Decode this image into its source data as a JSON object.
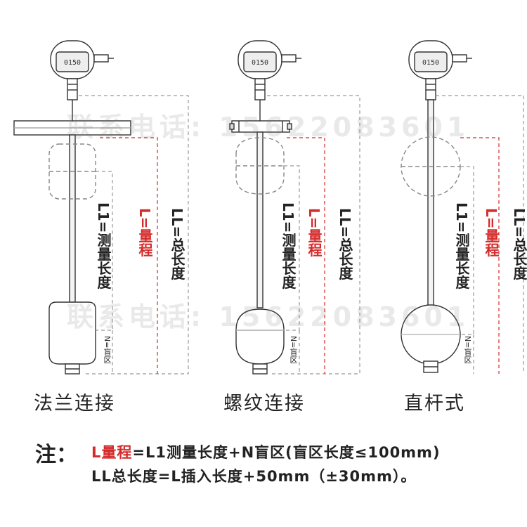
{
  "watermark": "联系电话: 15622083601",
  "colors": {
    "line": "#333333",
    "dash": "#999999",
    "red": "#d42b2b",
    "text": "#222222"
  },
  "display_value": "0150",
  "labels": {
    "l1": "L1=测量长度",
    "l": "L=量程",
    "ll": "LL=总长度",
    "n": "N=盲区"
  },
  "captions": [
    "法兰连接",
    "螺纹连接",
    "直杆式"
  ],
  "note": {
    "heading": "注：",
    "line1_red": "L量程",
    "line1_rest": "=L1测量长度+N盲区(盲区长度≤100mm)",
    "line2": "LL总长度=L插入长度+50mm（±30mm）。"
  }
}
